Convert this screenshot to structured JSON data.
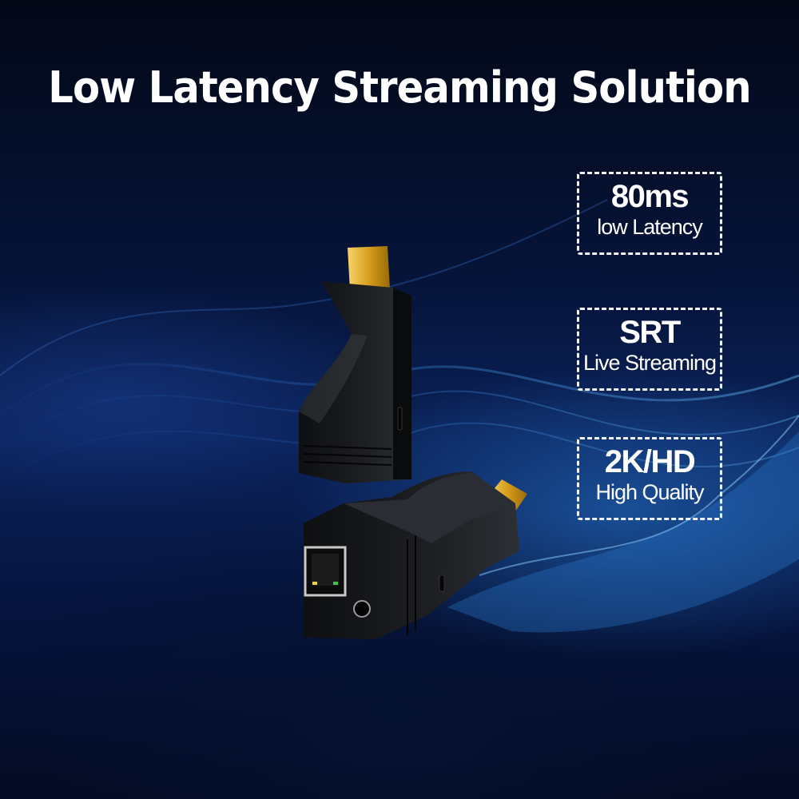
{
  "headline": "Low Latency Streaming Solution",
  "features": [
    {
      "value": "80ms",
      "label": "low Latency"
    },
    {
      "value": "SRT",
      "label": "Live Streaming"
    },
    {
      "value": "2K/HD",
      "label": "High Quality"
    }
  ],
  "product": {
    "name": "HDMI SRT streaming encoder/decoder pair",
    "ports": [
      "HDMI plug",
      "RJ45 Ethernet port",
      "3.5mm audio jack",
      "Micro USB port"
    ]
  },
  "colors": {
    "background": "#06143a",
    "accent_wave": "#2f8ee0",
    "text": "#ffffff",
    "device_body": "#111214",
    "connector_gold": "#d9a520"
  }
}
